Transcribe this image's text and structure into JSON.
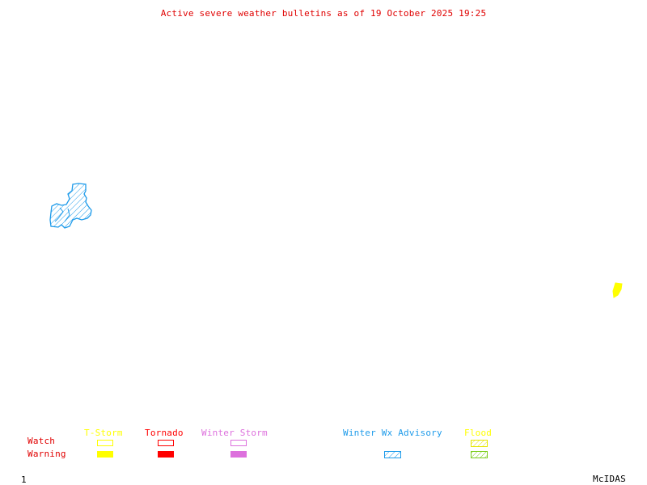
{
  "title": "Active severe weather bulletins as of 19 October 2025 19:25",
  "colors": {
    "title": "#e00000",
    "tstorm": "#ffff00",
    "tornado": "#ff0000",
    "winter_storm": "#dd70dd",
    "winter_wx_advisory": "#1e9bea",
    "flood_watch": "#ffff00",
    "flood_warning": "#7ccd1c",
    "row_labels": "#e00000",
    "footer": "#000000"
  },
  "map_features": [
    {
      "name": "winter-wx-advisory-area",
      "style": "hatched",
      "color": "#1e9bea"
    },
    {
      "name": "tstorm-warning-area",
      "style": "filled",
      "color": "#ffff00"
    }
  ],
  "legend": {
    "row_labels": {
      "watch": "Watch",
      "warning": "Warning"
    },
    "columns": [
      {
        "label": "T-Storm",
        "watch": "outline",
        "warning": "filled"
      },
      {
        "label": "Tornado",
        "watch": "outline",
        "warning": "filled"
      },
      {
        "label": "Winter Storm",
        "watch": "outline",
        "warning": "filled"
      },
      {
        "label": "Winter Wx Advisory",
        "watch": "none",
        "warning": "hatched"
      },
      {
        "label": "Flood",
        "watch": "hatched",
        "warning": "hatched"
      }
    ]
  },
  "footer": {
    "frame_number": "1",
    "brand": "McIDAS"
  }
}
